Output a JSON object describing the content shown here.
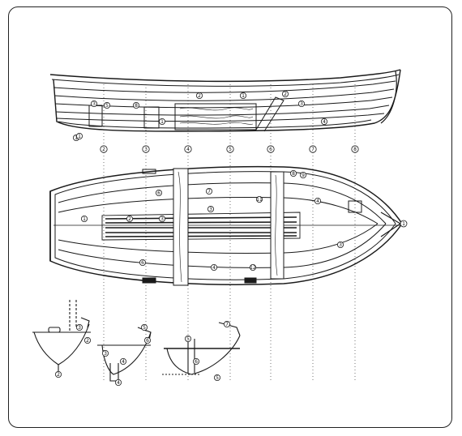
{
  "stations": [
    "2",
    "3",
    "4",
    "5",
    "6",
    "7",
    "8"
  ],
  "profile_detail_labels": [
    "3",
    "5",
    "8",
    "1",
    "2",
    "1",
    "2",
    "3",
    "4",
    "1"
  ],
  "plan_detail_labels": [
    "1",
    "2",
    "3",
    "6",
    "6",
    "7",
    "3",
    "4",
    "12",
    "11",
    "8",
    "9",
    "4",
    "3"
  ],
  "section_labels": [
    "2",
    "3",
    "2",
    "3",
    "4",
    "4",
    "5",
    "6",
    "5",
    "6",
    "7",
    "5"
  ],
  "stem_label": "1",
  "profile_tag": "1",
  "ink_color": "#1a1a1a"
}
